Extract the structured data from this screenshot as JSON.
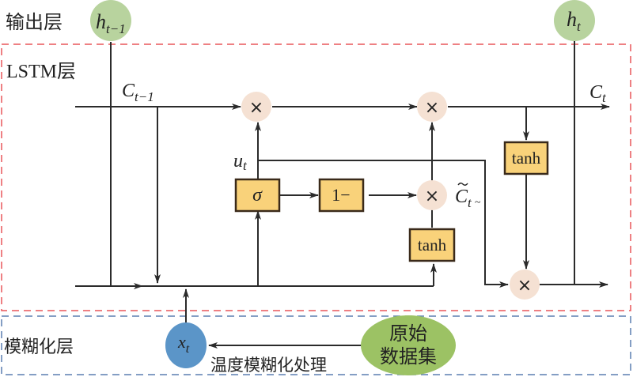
{
  "layers": {
    "output": "输出层",
    "lstm": "LSTM层",
    "fuzzy": "模糊化层"
  },
  "nodes": {
    "h_prev": {
      "base": "h",
      "sub": "t−1"
    },
    "h_t": {
      "base": "h",
      "sub": "t"
    },
    "x_t": {
      "base": "x",
      "sub": "t"
    },
    "raw_line1": "原始",
    "raw_line2": "数据集"
  },
  "labels": {
    "c_prev": {
      "base": "C",
      "sub": "t−1"
    },
    "c_t": {
      "base": "C",
      "sub": "t"
    },
    "u_t": {
      "base": "u",
      "sub": "t"
    },
    "c_tilde": {
      "base": "C",
      "sub": "t",
      "accent": "~"
    },
    "fuzzy_process": "温度模糊化处理"
  },
  "gates": {
    "sigma": "σ",
    "one_minus": "1−",
    "tanh_candidate": "tanh",
    "tanh_output": "tanh",
    "multiply": "×"
  },
  "colors": {
    "lstm_border": "#e8575a",
    "fuzzy_border": "#5b7fb0",
    "gate_fill": "#f9d27a",
    "gate_border": "#3a2a1a",
    "mult_fill": "#f5e1d3",
    "h_fill": "#b8d39e",
    "x_fill": "#5b95c8",
    "raw_fill": "#9cc264",
    "line": "#2b2b2b"
  }
}
